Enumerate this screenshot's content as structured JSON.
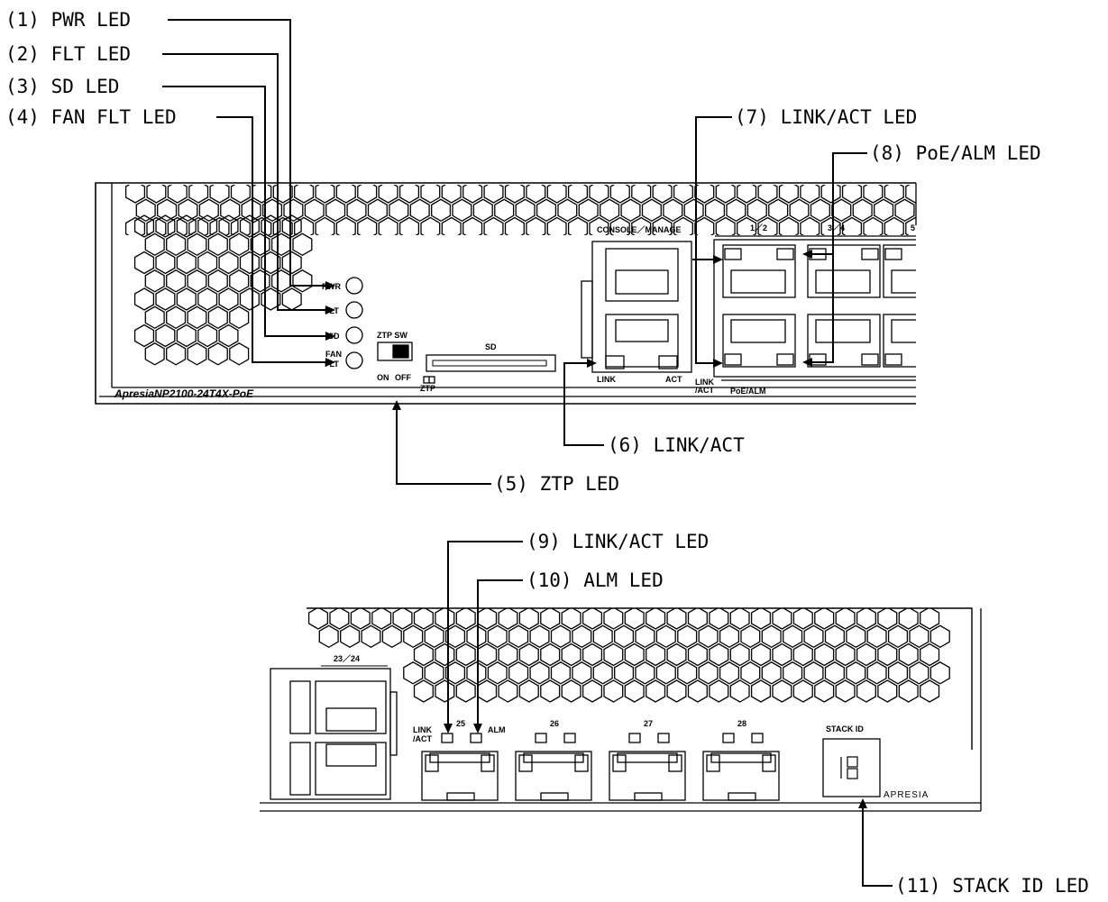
{
  "callouts": {
    "pwr": "(1) PWR LED",
    "flt": "(2) FLT LED",
    "sd": "(3) SD LED",
    "fan": "(4) FAN FLT LED",
    "ztp": "(5) ZTP LED",
    "console_link": "(6) LINK/ACT",
    "port_link": "(7) LINK/ACT LED",
    "poe": "(8) PoE/ALM LED",
    "sfp_link": "(9) LINK/ACT LED",
    "sfp_alm": "(10) ALM LED",
    "stack": "(11) STACK ID LED"
  },
  "panel_top": {
    "model": "ApresiaNP2100-24T4X-PoE",
    "led_pwr": "PWR",
    "led_flt": "FLT",
    "led_sd": "SD",
    "led_fan_1": "FAN",
    "led_fan_2": "FLT",
    "ztp_sw": "ZTP SW",
    "ztp_on": "ON",
    "ztp_off": "OFF",
    "ztp_led": "ZTP",
    "sd_slot": "SD",
    "console": "CONSOLE／MANAGE",
    "link": "LINK",
    "act": "ACT",
    "link_act_1": "LINK",
    "link_act_2": "/ACT",
    "poe_alm": "PoE/ALM",
    "port_12": "1／2",
    "port_34": "3／4",
    "port_5": "5"
  },
  "panel_bottom": {
    "port_2324": "23／24",
    "link_act_1": "LINK",
    "link_act_2": "/ACT",
    "alm": "ALM",
    "sfp_ports": [
      "25",
      "26",
      "27",
      "28"
    ],
    "stack_id": "STACK ID",
    "brand": "APRESIA"
  }
}
